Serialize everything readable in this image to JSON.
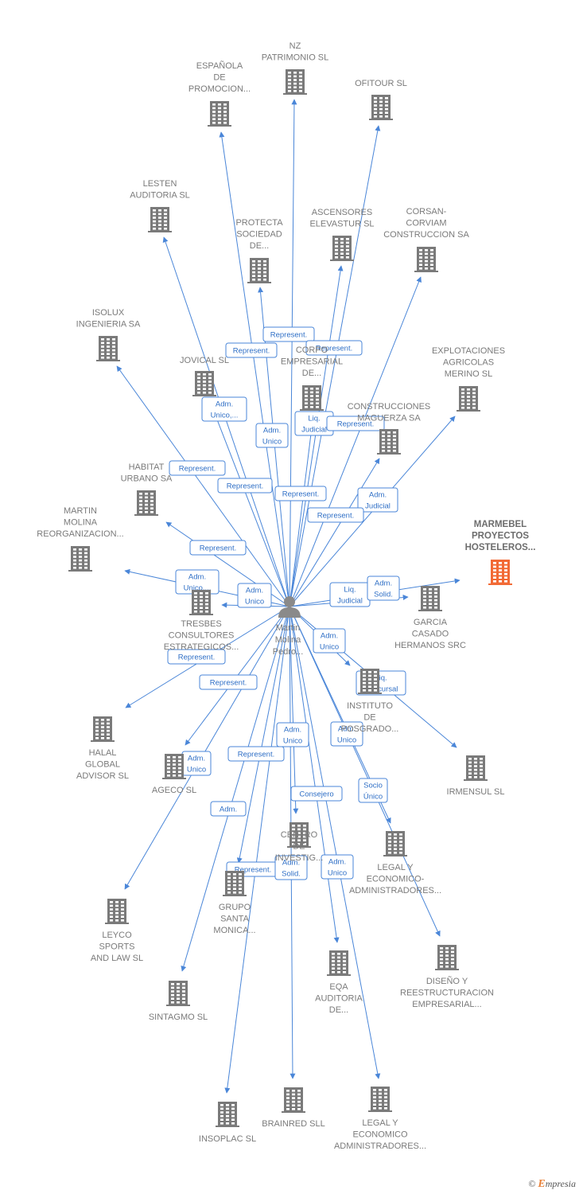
{
  "center": {
    "lines": [
      "Martin",
      "Molina",
      "Pedro..."
    ],
    "icon": "person-icon"
  },
  "colors": {
    "edge": "#4a86d8",
    "building": "#7a7a7a",
    "highlight": "#f26a35",
    "label": "#7a7a7a"
  },
  "nodes": [
    {
      "id": "nz",
      "lines": [
        "NZ",
        "PATRIMONIO SL"
      ]
    },
    {
      "id": "espanola",
      "lines": [
        "ESPAÑOLA",
        "DE",
        "PROMOCION..."
      ]
    },
    {
      "id": "ofitour",
      "lines": [
        "OFITOUR SL"
      ]
    },
    {
      "id": "lesten",
      "lines": [
        "LESTEN",
        "AUDITORIA  SL"
      ]
    },
    {
      "id": "protecta",
      "lines": [
        "PROTECTA",
        "SOCIEDAD",
        "DE..."
      ]
    },
    {
      "id": "ascensores",
      "lines": [
        "ASCENSORES",
        "ELEVASTUR SL"
      ]
    },
    {
      "id": "corsan",
      "lines": [
        "CORSAN-",
        "CORVIAM",
        "CONSTRUCCION SA"
      ]
    },
    {
      "id": "isolux",
      "lines": [
        "ISOLUX",
        "INGENIERIA SA"
      ]
    },
    {
      "id": "jovical",
      "lines": [
        "JOVICAL SL"
      ]
    },
    {
      "id": "corpo",
      "lines": [
        "CORPO",
        "EMPRESARIAL",
        "DE..."
      ]
    },
    {
      "id": "explotaciones",
      "lines": [
        "EXPLOTACIONES",
        "AGRICOLAS",
        "MERINO SL"
      ]
    },
    {
      "id": "construcciones",
      "lines": [
        "CONSTRUCCIONES",
        "MAGUERZA SA"
      ]
    },
    {
      "id": "habitat",
      "lines": [
        "HABITAT",
        "URBANO SA"
      ]
    },
    {
      "id": "martinmolina",
      "lines": [
        "MARTIN",
        "MOLINA",
        "REORGANIZACION..."
      ]
    },
    {
      "id": "marmebel",
      "lines": [
        "MARMEBEL",
        "PROYECTOS",
        "HOSTELEROS..."
      ],
      "highlight": true
    },
    {
      "id": "tresbes",
      "lines": [
        "TRESBES",
        "CONSULTORES",
        "ESTRATEGICOS..."
      ]
    },
    {
      "id": "garcia",
      "lines": [
        "GARCIA",
        "CASADO",
        "HERMANOS SRC"
      ]
    },
    {
      "id": "instituto",
      "lines": [
        "INSTITUTO",
        "DE",
        "POSGRADO..."
      ]
    },
    {
      "id": "halal",
      "lines": [
        "HALAL",
        "GLOBAL",
        "ADVISOR  SL"
      ]
    },
    {
      "id": "irmensul",
      "lines": [
        "IRMENSUL SL"
      ]
    },
    {
      "id": "ageco",
      "lines": [
        "AGECO SL"
      ]
    },
    {
      "id": "centro",
      "lines": [
        "CENTRO",
        "DE",
        "INVESTIG..."
      ]
    },
    {
      "id": "legal1",
      "lines": [
        "LEGAL Y",
        "ECONOMICO-",
        "ADMINISTRADORES..."
      ]
    },
    {
      "id": "grupo",
      "lines": [
        "GRUPO",
        "SANTA",
        "MONICA..."
      ]
    },
    {
      "id": "leyco",
      "lines": [
        "LEYCO",
        "SPORTS",
        "AND LAW  SL"
      ]
    },
    {
      "id": "diseno",
      "lines": [
        "DISEÑO Y",
        "REESTRUCTURACION",
        "EMPRESARIAL..."
      ]
    },
    {
      "id": "eqa",
      "lines": [
        "EQA",
        "AUDITORIA",
        "DE..."
      ]
    },
    {
      "id": "sintagmo",
      "lines": [
        "SINTAGMO  SL"
      ]
    },
    {
      "id": "insoplac",
      "lines": [
        "INSOPLAC SL"
      ]
    },
    {
      "id": "brainred",
      "lines": [
        "BRAINRED SLL"
      ]
    },
    {
      "id": "legal2",
      "lines": [
        "LEGAL Y",
        "ECONOMICO",
        "ADMINISTRADORES..."
      ]
    }
  ],
  "edges": [
    {
      "target": "nz"
    },
    {
      "target": "espanola"
    },
    {
      "target": "ofitour"
    },
    {
      "target": "lesten"
    },
    {
      "target": "protecta"
    },
    {
      "target": "ascensores"
    },
    {
      "target": "corsan"
    },
    {
      "target": "isolux"
    },
    {
      "target": "jovical"
    },
    {
      "target": "corpo"
    },
    {
      "target": "explotaciones"
    },
    {
      "target": "construcciones"
    },
    {
      "target": "habitat"
    },
    {
      "target": "martinmolina"
    },
    {
      "target": "marmebel"
    },
    {
      "target": "tresbes"
    },
    {
      "target": "garcia"
    },
    {
      "target": "instituto"
    },
    {
      "target": "halal"
    },
    {
      "target": "irmensul"
    },
    {
      "target": "ageco"
    },
    {
      "target": "centro"
    },
    {
      "target": "legal1"
    },
    {
      "target": "grupo"
    },
    {
      "target": "leyco"
    },
    {
      "target": "diseno"
    },
    {
      "target": "eqa"
    },
    {
      "target": "sintagmo"
    },
    {
      "target": "insoplac"
    },
    {
      "target": "brainred"
    },
    {
      "target": "legal2"
    }
  ],
  "tags": [
    {
      "lines": [
        "Represent."
      ]
    },
    {
      "lines": [
        "Represent."
      ]
    },
    {
      "lines": [
        "Represent."
      ]
    },
    {
      "lines": [
        "Adm.",
        "Unico,..."
      ]
    },
    {
      "lines": [
        "Adm.",
        "Unico"
      ]
    },
    {
      "lines": [
        "Liq.",
        "Judicial"
      ]
    },
    {
      "lines": [
        "Represent."
      ]
    },
    {
      "lines": [
        "Represent."
      ]
    },
    {
      "lines": [
        "Represent."
      ]
    },
    {
      "lines": [
        "Represent."
      ]
    },
    {
      "lines": [
        "Adm.",
        "Judicial"
      ]
    },
    {
      "lines": [
        "Represent."
      ]
    },
    {
      "lines": [
        "Represent."
      ]
    },
    {
      "lines": [
        "Adm.",
        "Unico,..."
      ]
    },
    {
      "lines": [
        "Adm.",
        "Unico"
      ]
    },
    {
      "lines": [
        "Liq.",
        "Judicial"
      ]
    },
    {
      "lines": [
        "Adm.",
        "Solid."
      ]
    },
    {
      "lines": [
        "Adm.",
        "Unico"
      ]
    },
    {
      "lines": [
        "Represent."
      ]
    },
    {
      "lines": [
        "Represent."
      ]
    },
    {
      "lines": [
        "Liq.",
        "Concursal"
      ]
    },
    {
      "lines": [
        "Adm.",
        "Unico"
      ]
    },
    {
      "lines": [
        "Adm.",
        "Unico"
      ]
    },
    {
      "lines": [
        "Represent."
      ]
    },
    {
      "lines": [
        "Adm.",
        "Unico"
      ]
    },
    {
      "lines": [
        "Socio",
        "Único"
      ]
    },
    {
      "lines": [
        "Consejero"
      ]
    },
    {
      "lines": [
        "Adm."
      ]
    },
    {
      "lines": [
        "Represent."
      ]
    },
    {
      "lines": [
        "Adm.",
        "Solid."
      ]
    },
    {
      "lines": [
        "Adm.",
        "Unico"
      ]
    }
  ],
  "footer": {
    "copyright": "©",
    "brand_initial": "E",
    "brand_rest": "mpresia"
  }
}
